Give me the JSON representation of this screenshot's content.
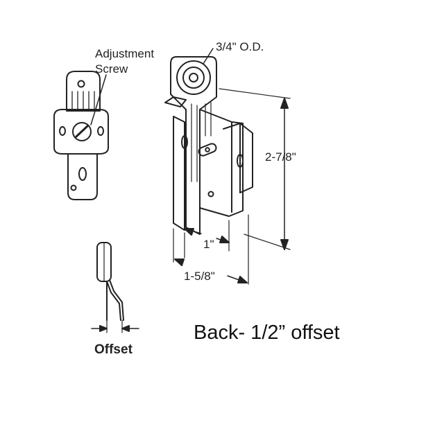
{
  "labels": {
    "adjustment": "Adjustment",
    "screw": "Screw",
    "outer_diameter": "3/4\" O.D.",
    "height": "2-7/8\"",
    "hole_spacing": "1\"",
    "width": "1-5/8\"",
    "offset": "Offset",
    "caption": "Back- 1/2” offset"
  },
  "colors": {
    "line": "#222222",
    "background": "#ffffff"
  }
}
